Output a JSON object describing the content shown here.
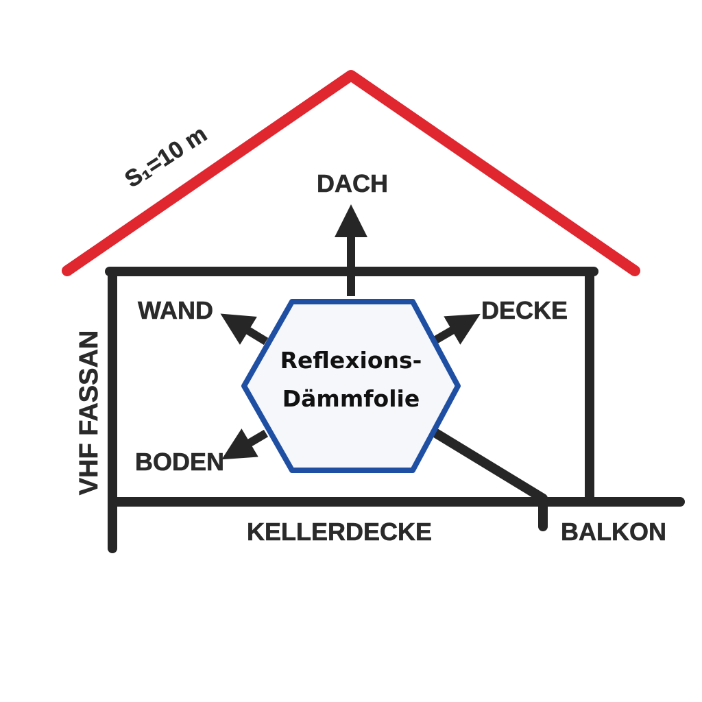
{
  "labels": {
    "roof_slope": "S₁=10 m",
    "dach": "DACH",
    "wand": "WAND",
    "decke": "DECKE",
    "boden": "BODEN",
    "kellerdecke": "KELLERDECKE",
    "balkon": "BALKON",
    "fassade": "VHF FASSAN"
  },
  "center": {
    "line1": "Reflexions-",
    "line2": "Dämmfolie"
  },
  "colors": {
    "roof": "#e0262f",
    "walls": "#262626",
    "hexagon_border": "#1f4fa3",
    "hexagon_fill": "#f5f7fa",
    "text": "#2a2a2a"
  }
}
